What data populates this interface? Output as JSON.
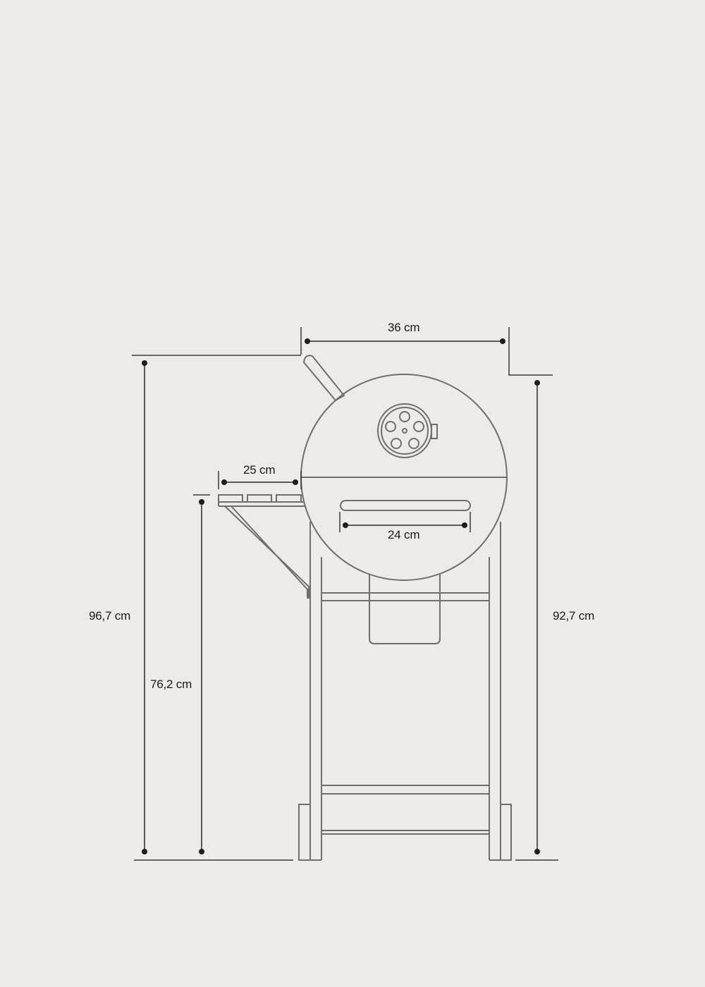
{
  "diagram": {
    "subject": "Charcoal kettle grill on wheeled cart with side shelf, front elevation",
    "colors": {
      "background": "#eeebe7",
      "outline": "#6f6e6c",
      "dimension_line": "#2a2a2a",
      "text": "#1a1a1a"
    },
    "dimensions": {
      "kettle_width": {
        "label": "36 cm",
        "orientation": "horizontal"
      },
      "side_shelf_width": {
        "label": "25 cm",
        "orientation": "horizontal"
      },
      "handle_width": {
        "label": "24 cm",
        "orientation": "horizontal"
      },
      "total_height": {
        "label": "96,7 cm",
        "orientation": "vertical"
      },
      "shelf_height": {
        "label": "76,2 cm",
        "orientation": "vertical"
      },
      "lid_top_height": {
        "label": "92,7 cm",
        "orientation": "vertical"
      }
    },
    "components": [
      "lid-handle",
      "lid-vent",
      "kettle-bowl",
      "front-handle",
      "side-shelf",
      "shelf-bracket",
      "ash-catcher",
      "cart-frame",
      "wheels"
    ]
  }
}
